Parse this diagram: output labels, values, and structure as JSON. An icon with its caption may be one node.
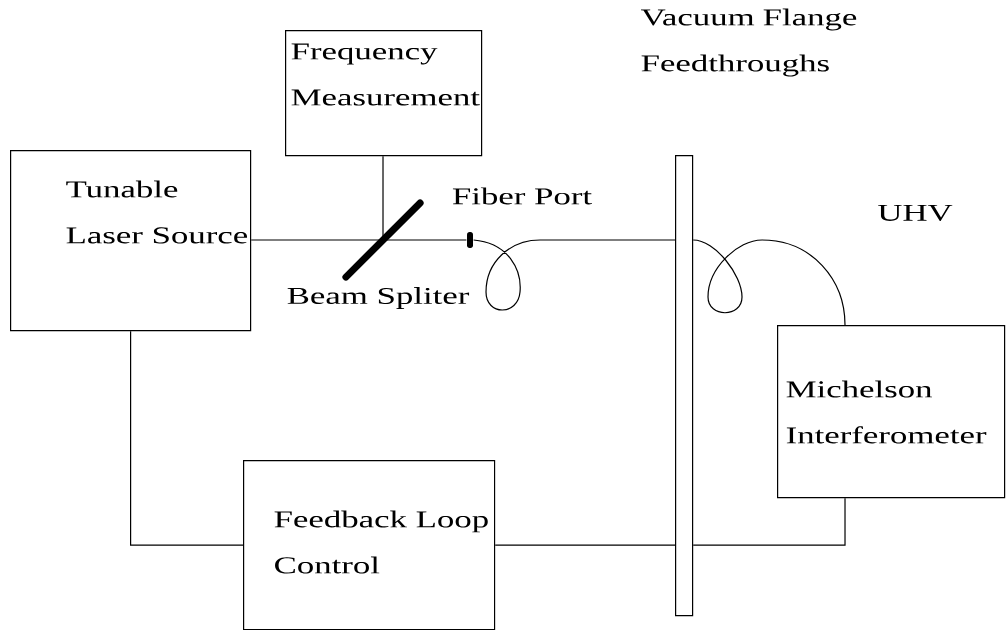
{
  "diagram": {
    "nodes": [
      {
        "text": [
          "Tunable Laser Source"
        ]
      },
      {
        "text": [
          "Frequency Measurement"
        ]
      },
      {
        "text": [],
        "shape": "bar",
        "beside": [
          "Beam Spliter"
        ]
      },
      {
        "text": [],
        "shape": "bar",
        "beside": [
          "Fiber Port"
        ]
      },
      {
        "text": [
          "Vacuum Flange Feedthroughs"
        ]
      },
      {
        "text": [
          "Michelson Interferometer"
        ]
      },
      {
        "text": [
          "Feedback Loop Control"
        ]
      }
    ],
    "edges": [
      {
        "from": 0,
        "to": 2,
        "arrow": "none"
      },
      {
        "from": 1,
        "to": 2,
        "arrow": "none"
      },
      {
        "from": 2,
        "to": 3,
        "arrow": "none"
      },
      {
        "from": 3,
        "to": 4,
        "arrow": "none"
      },
      {
        "from": 4,
        "to": 5,
        "arrow": "none"
      },
      {
        "from": 0,
        "to": 6,
        "arrow": "none"
      },
      {
        "from": 6,
        "to": 4,
        "arrow": "none"
      },
      {
        "from": 4,
        "to": 5,
        "arrow": "none"
      }
    ],
    "labels": [
      "UHV"
    ]
  }
}
